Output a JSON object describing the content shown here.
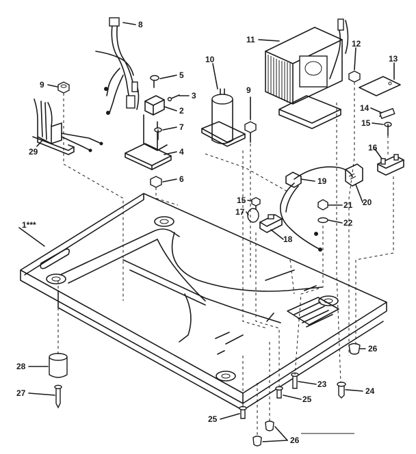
{
  "callouts": {
    "c1": "1***",
    "c2": "2",
    "c3": "3",
    "c4": "4",
    "c5": "5",
    "c6": "6",
    "c7": "7",
    "c8": "8",
    "c9a": "9",
    "c9b": "9",
    "c10": "10",
    "c11": "11",
    "c12": "12",
    "c13": "13",
    "c14": "14",
    "c15a": "15",
    "c15b": "15",
    "c16": "16",
    "c17": "17",
    "c18": "18",
    "c19": "19",
    "c20": "20",
    "c21": "21",
    "c22": "22",
    "c23": "23",
    "c24": "24",
    "c25a": "25",
    "c25b": "25",
    "c26a": "26",
    "c26b": "26",
    "c27": "27",
    "c28": "28",
    "c29": "29"
  }
}
